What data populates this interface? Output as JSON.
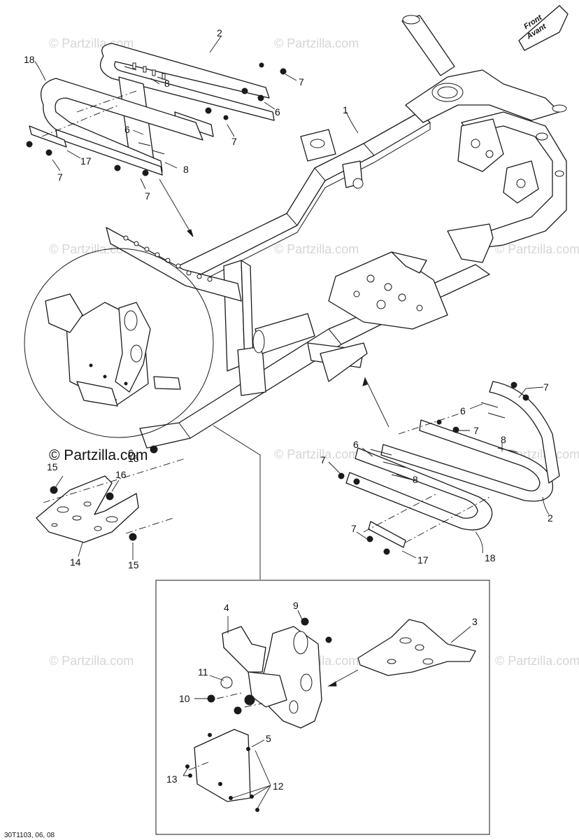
{
  "diagram": {
    "watermark_text": "© Partzilla.com",
    "brand_text": "© Partzilla.com",
    "document_number": "30T1103, 06, 08",
    "direction_label": {
      "line1": "Front",
      "line2": "Avant"
    },
    "callouts": [
      {
        "id": "c1",
        "text": "1"
      },
      {
        "id": "c2a",
        "text": "2"
      },
      {
        "id": "c2b",
        "text": "2"
      },
      {
        "id": "c3",
        "text": "3"
      },
      {
        "id": "c4",
        "text": "4"
      },
      {
        "id": "c5",
        "text": "5"
      },
      {
        "id": "c6a",
        "text": "6"
      },
      {
        "id": "c6b",
        "text": "6"
      },
      {
        "id": "c6c",
        "text": "6"
      },
      {
        "id": "c6d",
        "text": "6"
      },
      {
        "id": "c6e",
        "text": "6"
      },
      {
        "id": "c7a",
        "text": "7"
      },
      {
        "id": "c7b",
        "text": "7"
      },
      {
        "id": "c7c",
        "text": "7"
      },
      {
        "id": "c7d",
        "text": "7"
      },
      {
        "id": "c7e",
        "text": "7"
      },
      {
        "id": "c7f",
        "text": "7"
      },
      {
        "id": "c7g",
        "text": "7"
      },
      {
        "id": "c7h",
        "text": "7"
      },
      {
        "id": "c8a",
        "text": "8"
      },
      {
        "id": "c8b",
        "text": "8"
      },
      {
        "id": "c8c",
        "text": "8"
      },
      {
        "id": "c8d",
        "text": "8"
      },
      {
        "id": "c9",
        "text": "9"
      },
      {
        "id": "c10",
        "text": "10"
      },
      {
        "id": "c11",
        "text": "11"
      },
      {
        "id": "c12",
        "text": "12"
      },
      {
        "id": "c13",
        "text": "13"
      },
      {
        "id": "c14",
        "text": "14"
      },
      {
        "id": "c15a",
        "text": "15"
      },
      {
        "id": "c15b",
        "text": "15"
      },
      {
        "id": "c16a",
        "text": "16"
      },
      {
        "id": "c16b",
        "text": "16"
      },
      {
        "id": "c17a",
        "text": "17"
      },
      {
        "id": "c17b",
        "text": "17"
      },
      {
        "id": "c18a",
        "text": "18"
      },
      {
        "id": "c18b",
        "text": "18"
      }
    ]
  }
}
